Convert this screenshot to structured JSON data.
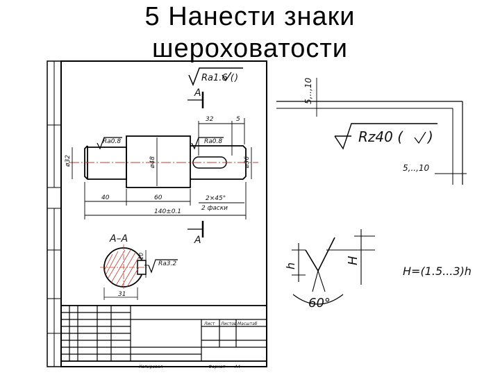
{
  "slide": {
    "title_line1": "5  Нанести  знаки",
    "title_line2": "шероховатости"
  },
  "drawing": {
    "roughness_general": "Ra1.6 (",
    "section_mark": "A",
    "dim_32": "32",
    "dim_5": "5",
    "ra_left": "Ra0.8",
    "ra_right": "Ra0.8",
    "dia_32": "ø32",
    "dia_48": "ø48",
    "dia_36": "ø36",
    "dim_40": "40",
    "dim_60": "60",
    "chamfer": "2×45°",
    "chamfer_note": "2 фаски",
    "overall": "140±0.1",
    "section_label": "А–А",
    "dim_10": "10",
    "ra_section": "Ra3.2",
    "dim_31": "31",
    "tb_list": "Лист",
    "tb_sheets": "Листов",
    "tb_mass": "Масштаб",
    "tb_copy": "Копировал",
    "tb_format": "Формат",
    "tb_format_val": "А4"
  },
  "right_panel": {
    "dim_top": "5,..,10",
    "rz_label": "Rz40 (",
    "dim_bottom": "5,..,10",
    "h_small": "h",
    "h_big": "H",
    "angle": "60°",
    "formula": "H=(1.5...3)h"
  }
}
